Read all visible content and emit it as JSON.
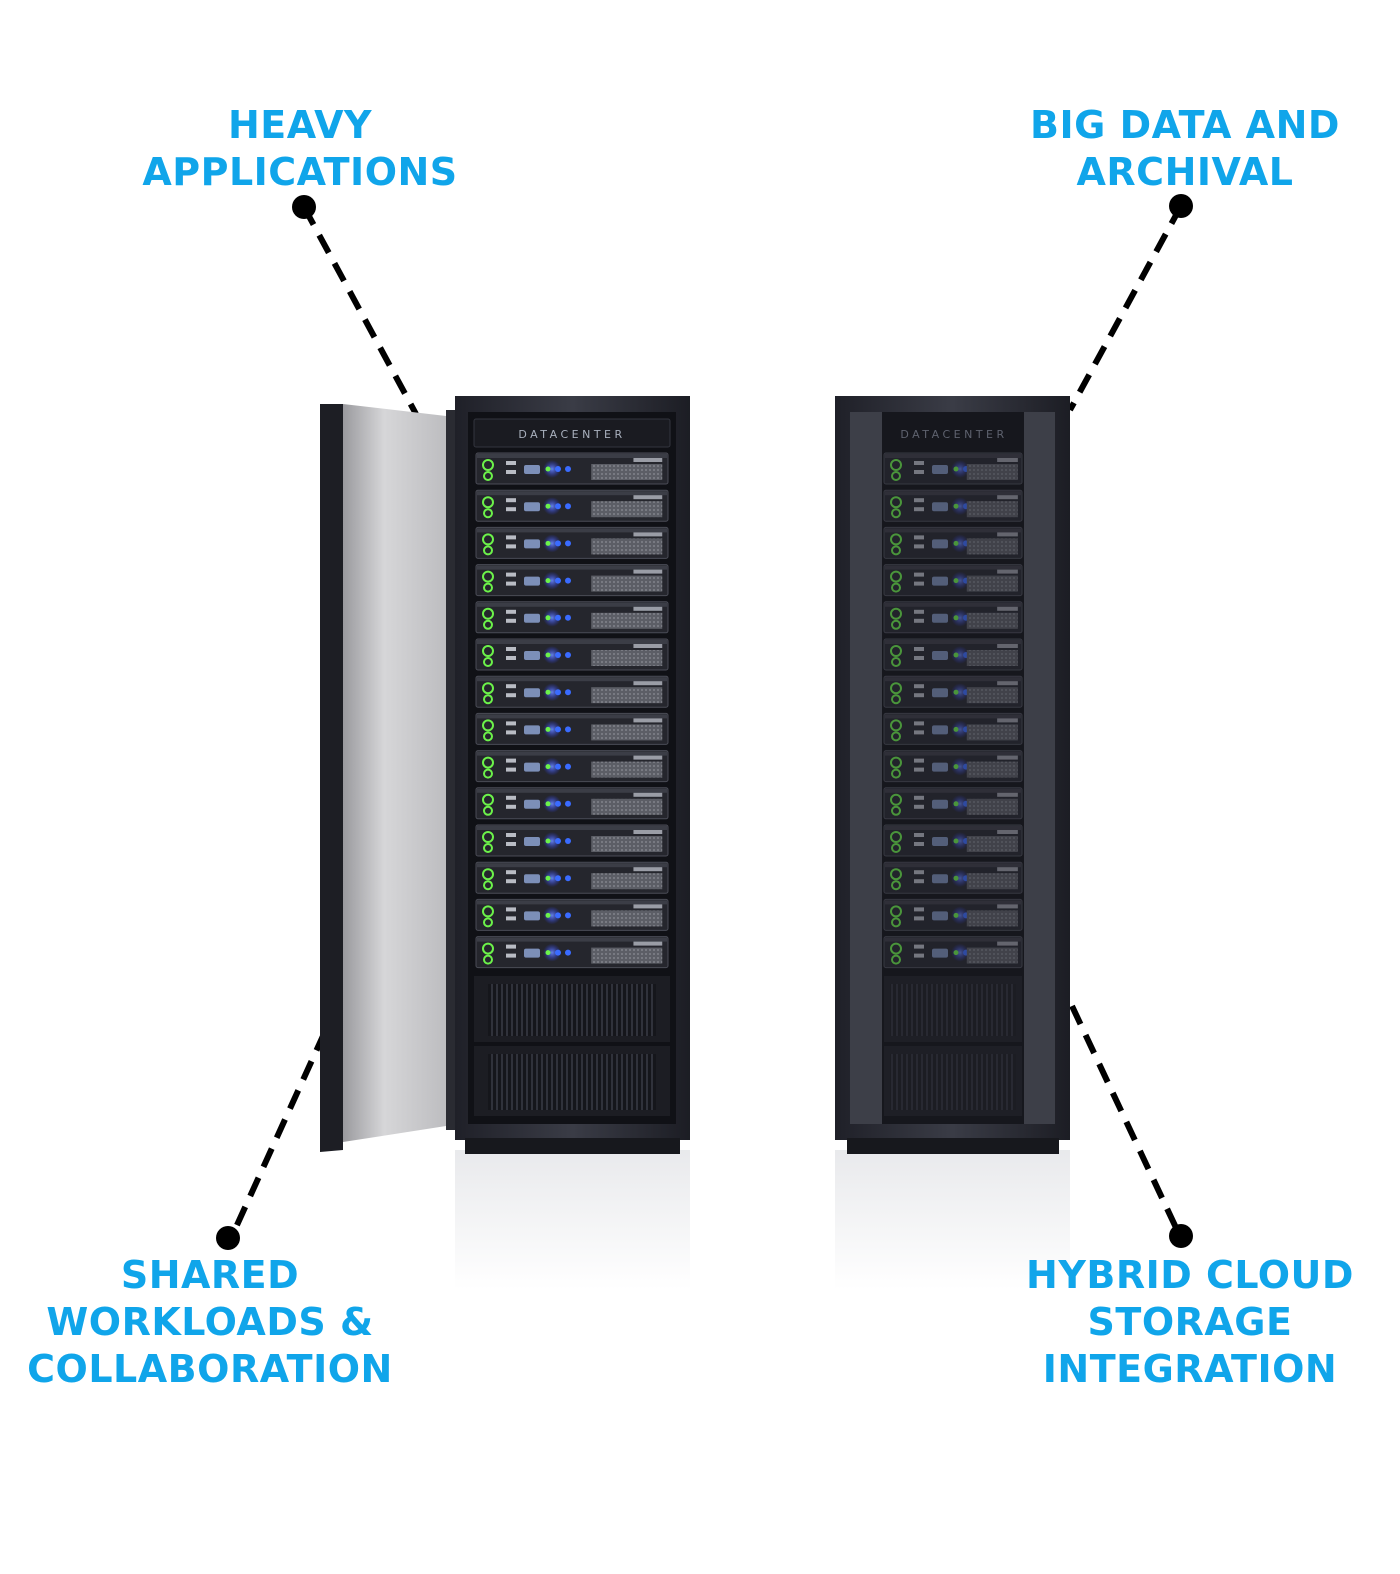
{
  "labels": {
    "top_left": [
      "HEAVY",
      "APPLICATIONS"
    ],
    "top_right": [
      "BIG DATA AND",
      "ARCHIVAL"
    ],
    "bottom_left": [
      "SHARED",
      "WORKLOADS &",
      "COLLABORATION"
    ],
    "bottom_right": [
      "HYBRID CLOUD",
      "STORAGE",
      "INTEGRATION"
    ]
  },
  "racks": [
    {
      "title": "DATACENTER",
      "servers": 14,
      "door": "open"
    },
    {
      "title": "DATACENTER",
      "servers": 14,
      "door": "closed"
    }
  ],
  "colors": {
    "label": "#10a5ea",
    "rack_body": "#2b2d36",
    "led_green": "#6cf24a",
    "led_blue": "#3a6bff"
  }
}
